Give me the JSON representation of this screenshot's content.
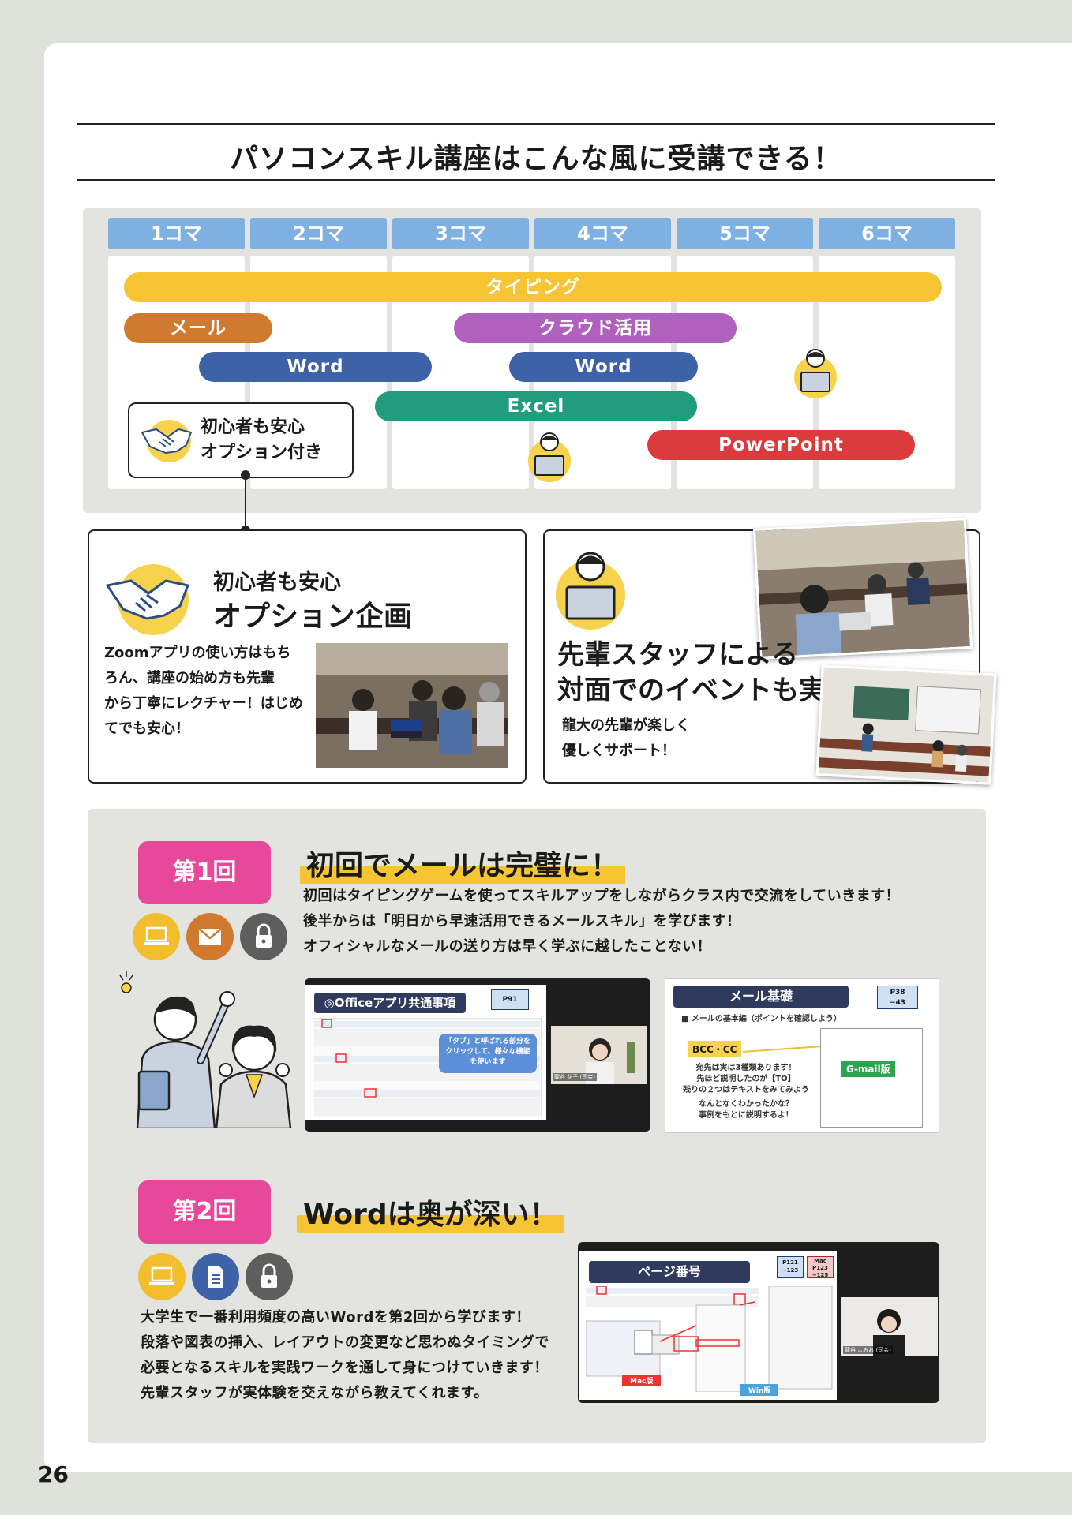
{
  "page_number": "26",
  "header": {
    "title": "パソコンスキル講座はこんな風に受講できる！"
  },
  "schedule": {
    "columns": [
      "1コマ",
      "2コマ",
      "3コマ",
      "4コマ",
      "5コマ",
      "6コマ"
    ],
    "bars": [
      "タイピング",
      "メール",
      "クラウド活用",
      "Word",
      "Word",
      "Excel",
      "PowerPoint"
    ],
    "option_label_1": "初心者も安心",
    "option_label_2": "オプション付き"
  },
  "card_left": {
    "heading_small": "初心者も安心",
    "heading_large": "オプション企画",
    "body": [
      "Zoomアプリの使い方はもち",
      "ろん、講座の始め方も先輩",
      "から丁寧にレクチャー！はじめ",
      "てでも安心！"
    ]
  },
  "card_right": {
    "heading": [
      "先輩スタッフによる",
      "対面でのイベントも実施！"
    ],
    "body": [
      "龍大の先輩が楽しく",
      "優しくサポート！"
    ]
  },
  "session1": {
    "badge": "第1回",
    "title": "初回でメールは完璧に！",
    "body": [
      "初回はタイピングゲームを使ってスキルアップをしながらクラス内で交流をしていきます！",
      "後半からは「明日から早速活用できるメールスキル」を学びます！",
      "オフィシャルなメールの送り方は早く学ぶに越したことない！"
    ],
    "icons": [
      "laptop-icon",
      "mail-icon",
      "lock-icon"
    ],
    "slide1": {
      "title": "◎Officeアプリ共通事項",
      "ref": "P91",
      "bubble": "「タブ」と呼ばれる部分をクリックして、様々な機能を使います",
      "caption": "龍谷 花子 (司会)"
    },
    "slide2": {
      "title": "メール基礎",
      "ref": "P38\n~43",
      "subtitle": "■ メールの基本編（ポイントを確認しよう）",
      "bcc": "BCC・CC",
      "gmail": "G-mail版",
      "note": [
        "宛先は実は3種類あります！",
        "先ほど説明したのが【TO】",
        "残りの２つはテキストをみてみよう"
      ],
      "note2": [
        "なんとなくわかったかな？",
        "事例をもとに説明するよ！"
      ]
    }
  },
  "session2": {
    "badge": "第2回",
    "title": "Wordは奥が深い！",
    "body": [
      "大学生で一番利用頻度の高いWordを第2回から学びます！",
      "段落や図表の挿入、レイアウトの変更など思わぬタイミングで",
      "必要となるスキルを実践ワークを通して身につけていきます！",
      "先輩スタッフが実体験を交えながら教えてくれます。"
    ],
    "icons": [
      "laptop-icon",
      "document-icon",
      "lock-icon"
    ],
    "slide": {
      "title": "ページ番号",
      "ref1": "P121\n~123",
      "ref2": "Mac\nP123\n~125",
      "mac": "Mac版",
      "win": "Win版",
      "caption": "龍谷 よみお (司会)"
    }
  },
  "colors": {
    "blue_header": "#7fb0e2",
    "typing": "#f7c534",
    "mail": "#d07a2f",
    "cloud": "#b061be",
    "word": "#3d62a8",
    "excel": "#219c7c",
    "powerpoint": "#dc3b3e",
    "badge": "#e8489a"
  }
}
